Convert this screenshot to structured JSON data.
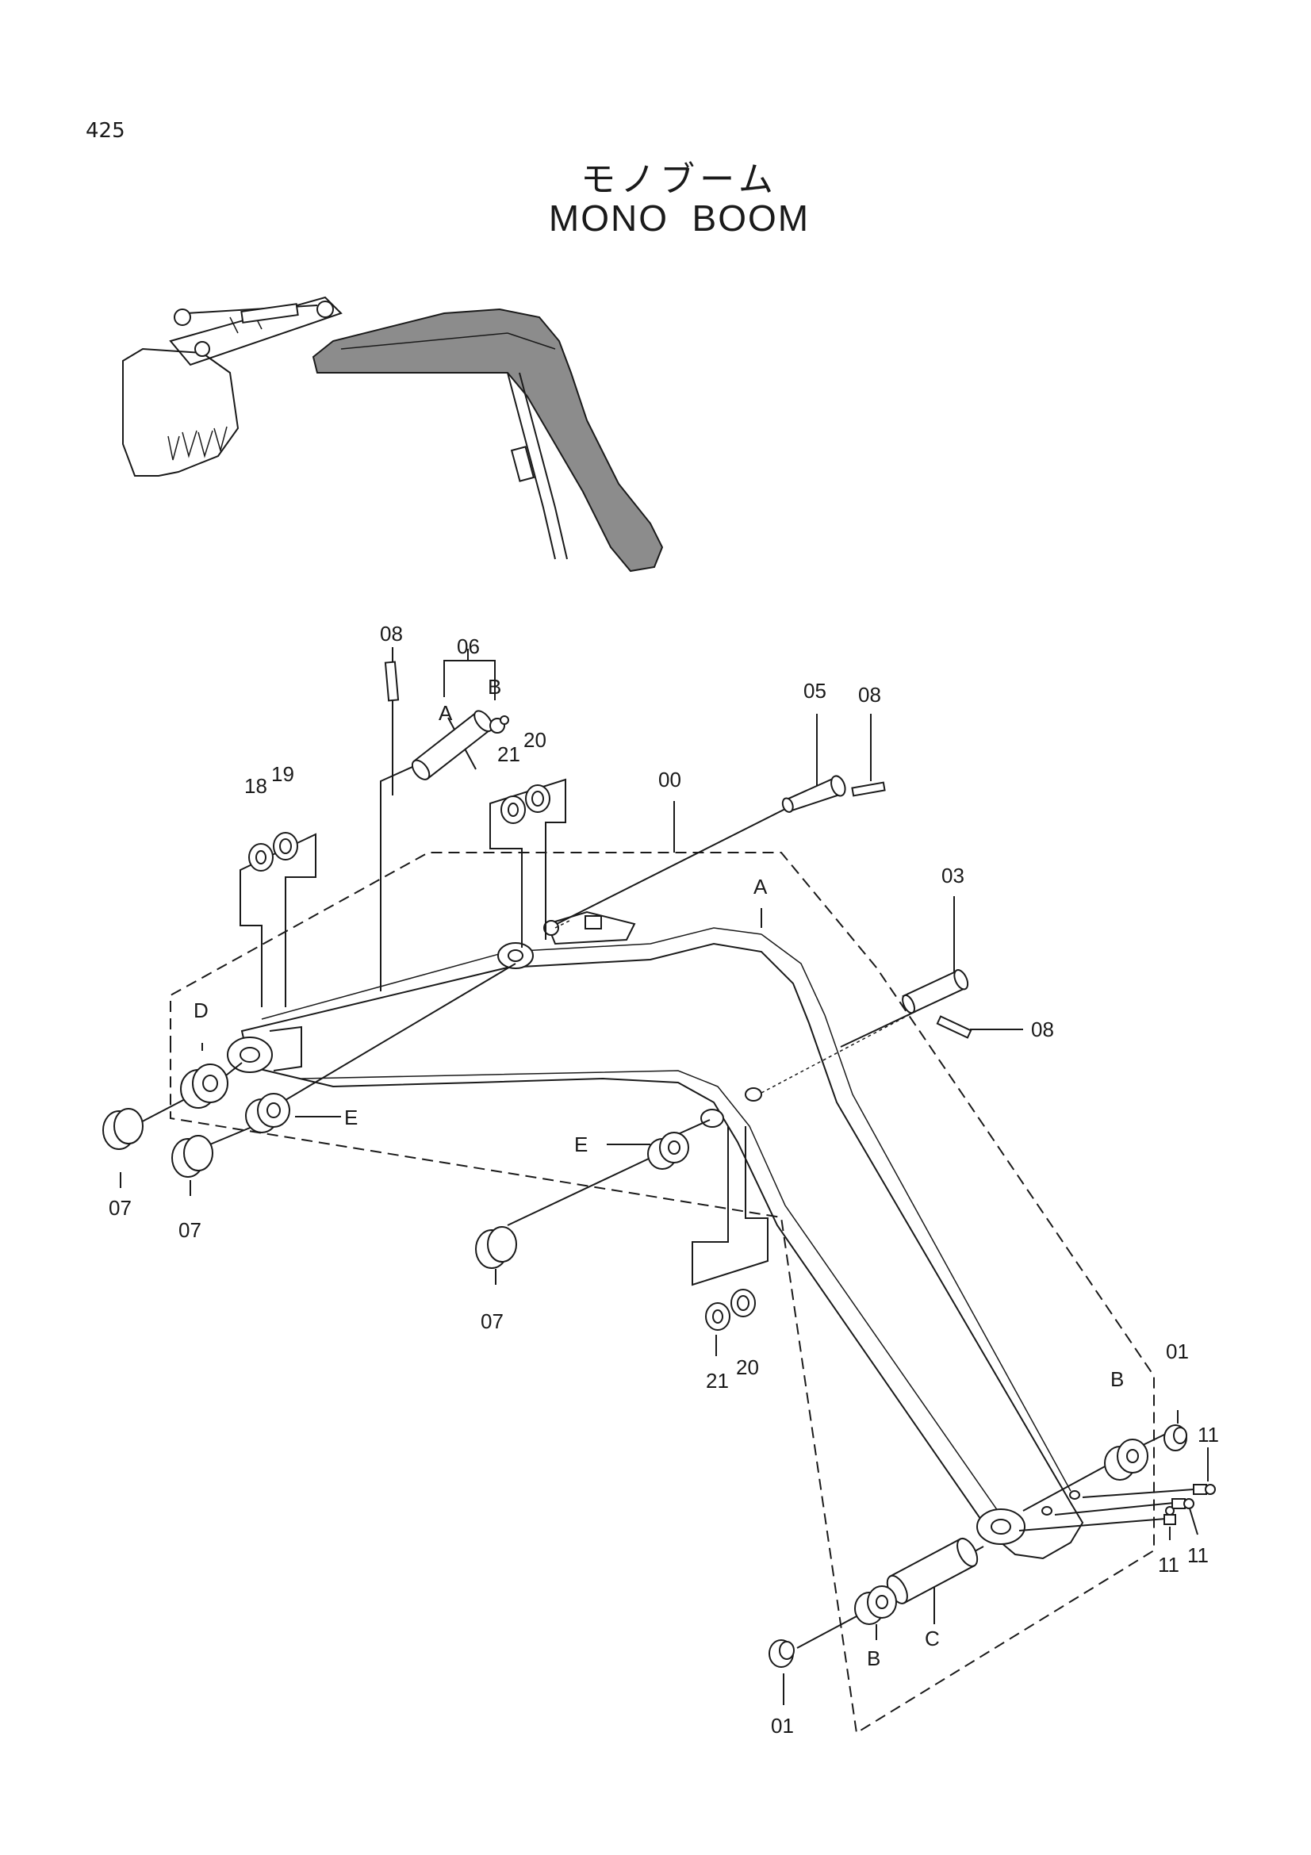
{
  "page": {
    "number": "425"
  },
  "title": {
    "japanese": "モノブーム",
    "english": "MONO  BOOM"
  },
  "callouts": {
    "p08_top": "08",
    "p06": "06",
    "pB_top": "B",
    "pA_pin": "A",
    "p05": "05",
    "p08_right": "08",
    "p18": "18",
    "p19": "19",
    "p21_top": "21",
    "p20_top": "20",
    "p00": "00",
    "pA_boom": "A",
    "p03": "03",
    "p08_mid": "08",
    "pD": "D",
    "pE_left": "E",
    "pE_mid": "E",
    "p07_a": "07",
    "p07_b": "07",
    "p07_c": "07",
    "p21_bot": "21",
    "p20_bot": "20",
    "p01_top": "01",
    "pB_right": "B",
    "p11_a": "11",
    "p11_b": "11",
    "p11_c": "11",
    "pC": "C",
    "pB_bot": "B",
    "p01_bot": "01"
  }
}
